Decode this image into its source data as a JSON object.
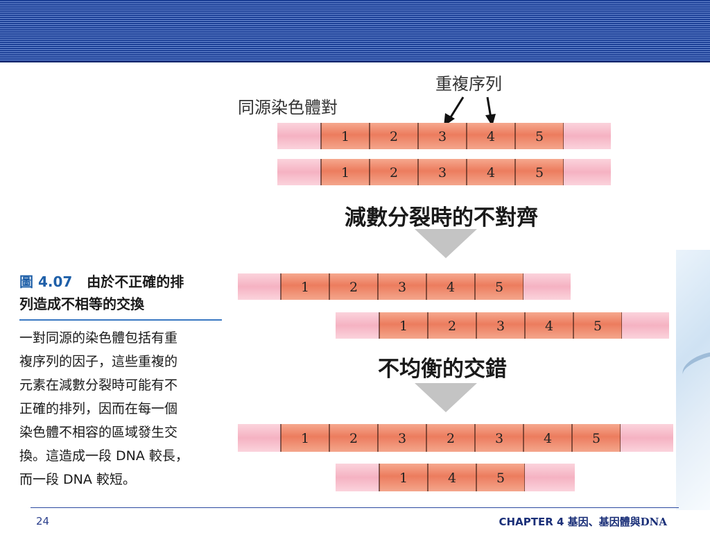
{
  "labels": {
    "homologous_pair": "同源染色體對",
    "repeat_sequence": "重複序列",
    "misalignment": "減數分裂時的不對齊",
    "unequal_crossover": "不均衡的交錯"
  },
  "rows": [
    [
      "1",
      "2",
      "3",
      "4",
      "5"
    ],
    [
      "1",
      "2",
      "3",
      "4",
      "5"
    ],
    [
      "1",
      "2",
      "3",
      "4",
      "5"
    ],
    [
      "1",
      "2",
      "3",
      "4",
      "5"
    ],
    [
      "1",
      "2",
      "3",
      "2",
      "3",
      "4",
      "5"
    ],
    [
      "1",
      "4",
      "5"
    ]
  ],
  "caption": {
    "fig_label": "圖 4.07",
    "title_part1": "由於不正確的排",
    "title_part2": "列造成不相等的交換",
    "body": [
      "一對同源的染色體包括有重",
      "複序列的因子，這些重複的",
      "元素在減數分裂時可能有不",
      "正確的排列，因而在每一個",
      "染色體不相容的區域發生交",
      "換。這造成一段 DNA 較長，",
      "而一段 DNA 較短。"
    ]
  },
  "footer": {
    "page_number": "24",
    "chapter_label": "CHAPTER 4",
    "chapter_title": "基因、基因體與DNA"
  },
  "colors": {
    "segment_fill": "#ec8064",
    "end_fill": "#f7b8c6",
    "arrow": "#c4c4c4",
    "banner": "#1c3f96"
  }
}
